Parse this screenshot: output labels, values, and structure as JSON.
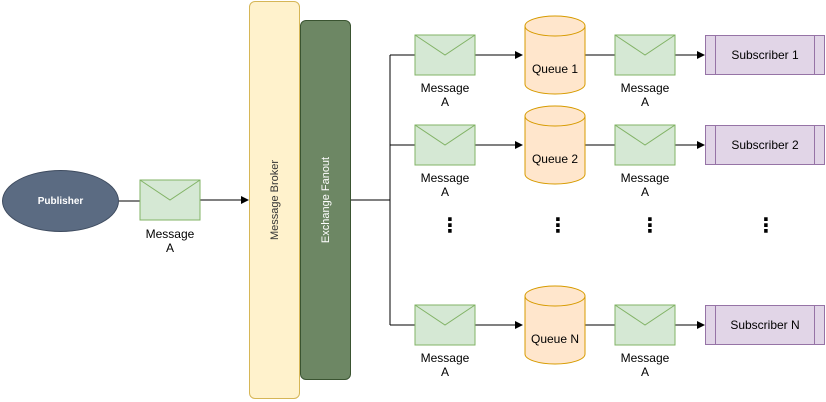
{
  "colors": {
    "publisher_fill": "#5b6b82",
    "broker_fill": "#fff2cc",
    "exchange_fill": "#6d8764",
    "envelope_fill": "#d5e8d4",
    "queue_fill": "#ffe6cc",
    "subscriber_fill": "#e1d5e7"
  },
  "publisher": {
    "label": "Publisher"
  },
  "publisher_message": {
    "label_line1": "Message",
    "label_line2": "A"
  },
  "broker": {
    "label": "Message Broker"
  },
  "exchange": {
    "label": "Exchange Fanout"
  },
  "rows": [
    {
      "queue": "Queue 1",
      "subscriber": "Subscriber 1",
      "msg_in": [
        "Message",
        "A"
      ],
      "msg_out": [
        "Message",
        "A"
      ]
    },
    {
      "queue": "Queue 2",
      "subscriber": "Subscriber 2",
      "msg_in": [
        "Message",
        "A"
      ],
      "msg_out": [
        "Message",
        "A"
      ]
    },
    {
      "queue": "Queue N",
      "subscriber": "Subscriber N",
      "msg_in": [
        "Message",
        "A"
      ],
      "msg_out": [
        "Message",
        "A"
      ]
    }
  ],
  "ellipsis": "⋮"
}
